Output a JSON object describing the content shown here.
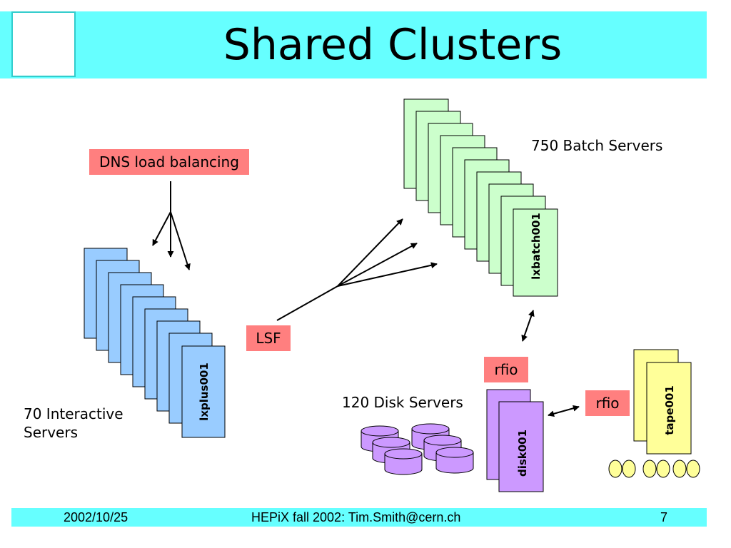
{
  "slide": {
    "title": "Shared Clusters"
  },
  "labels": {
    "dns": "DNS load balancing",
    "lsf": "LSF",
    "rfio_disk": "rfio",
    "rfio_tape": "rfio",
    "batch_servers": "750 Batch Servers",
    "interactive_servers_line1": "70 Interactive",
    "interactive_servers_line2": "Servers",
    "disk_servers": "120 Disk Servers"
  },
  "servers": {
    "interactive_name": "lxplus001",
    "batch_name": "lxbatch001",
    "disk_name": "disk001",
    "tape_name": "tape001"
  },
  "footer": {
    "date": "2002/10/25",
    "center": "HEPiX fall 2002: Tim.Smith@cern.ch",
    "page": "7"
  },
  "colors": {
    "title_bar": "#66ffff",
    "label_box": "#ff7f7f",
    "interactive": "#99ccff",
    "batch": "#ccffcc",
    "disk": "#cc99ff",
    "tape": "#ffff99"
  }
}
